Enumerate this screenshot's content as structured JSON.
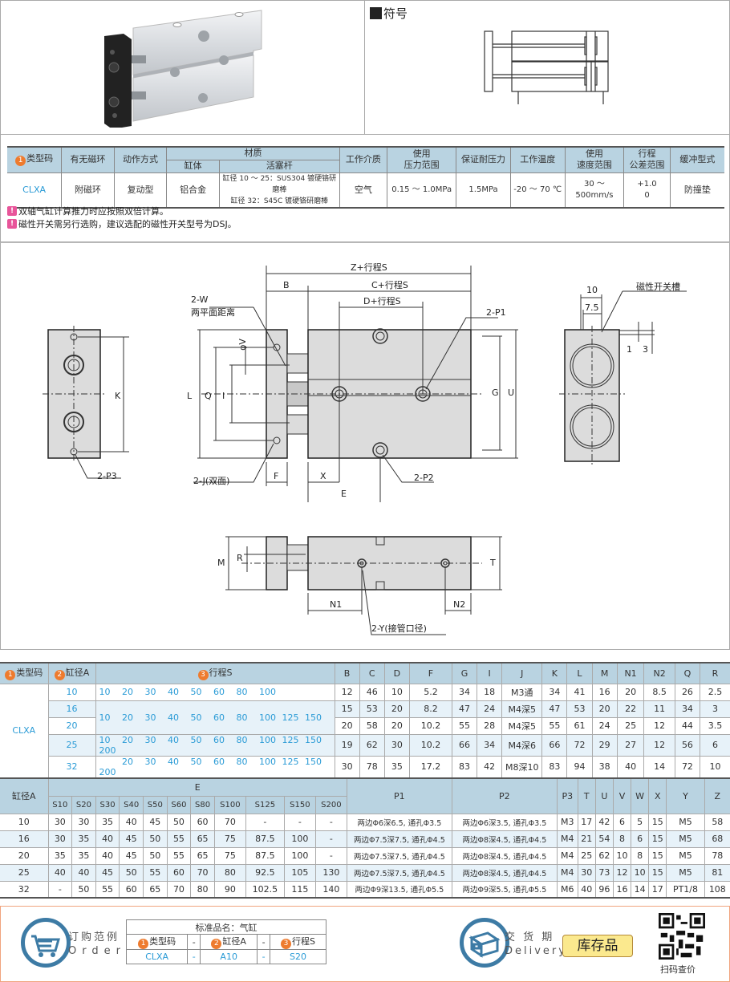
{
  "symbol_section": {
    "title": "符号"
  },
  "spec_table": {
    "headers": {
      "type_code": "类型码",
      "type_code_badge": "1",
      "magnet": "有无磁环",
      "action": "动作方式",
      "material": "材质",
      "material_body": "缸体",
      "material_rod": "活塞杆",
      "medium": "工作介质",
      "pressure_range": [
        "使用",
        "压力范围"
      ],
      "proof_pressure": "保证耐压力",
      "temperature": "工作温度",
      "speed_range": [
        "使用",
        "速度范围"
      ],
      "stroke_tolerance": [
        "行程",
        "公差范围"
      ],
      "cushion": "缓冲型式"
    },
    "row": {
      "type_code": "CLXA",
      "magnet": "附磁环",
      "action": "复动型",
      "body": "铝合金",
      "rod": [
        "缸径 10 ～ 25：SUS304 镀硬铬研磨棒",
        "缸径 32：S45C 镀硬铬研磨棒"
      ],
      "medium": "空气",
      "pressure_range": "0.15 ～ 1.0MPa",
      "proof_pressure": "1.5MPa",
      "temperature": "-20 ～ 70 ℃",
      "speed_range": "30 ～ 500mm/s",
      "stroke_tolerance": [
        "+1.0",
        "0"
      ],
      "cushion": "防撞垫"
    },
    "notes": [
      "双轴气缸计算推力时应按照双倍计算。",
      "磁性开关需另行选购，建议选配的磁性开关型号为DSJ。"
    ]
  },
  "drawing": {
    "labels": {
      "two_w": "2-W",
      "two_flat": "两平面距离",
      "phi_v": "φV",
      "L": "L",
      "Q": "Q",
      "I": "I",
      "K": "K",
      "two_p3": "2-P3",
      "two_j": "2-J(双面)",
      "F": "F",
      "B": "B",
      "z_stroke": "Z+行程S",
      "c_stroke": "C+行程S",
      "d_stroke": "D+行程S",
      "two_p1": "2-P1",
      "two_p2": "2-P2",
      "G": "G",
      "U": "U",
      "X": "X",
      "E": "E",
      "slot_10": "10",
      "slot_75": "7.5",
      "slot_label": "磁性开关槽",
      "slot_1": "1",
      "slot_3": "3",
      "M": "M",
      "R": "R",
      "T": "T",
      "N1": "N1",
      "N2": "N2",
      "two_y": "2-Y(接管口径)"
    }
  },
  "dim_table": {
    "headers": [
      "B",
      "C",
      "D",
      "F",
      "G",
      "I",
      "J",
      "K",
      "L",
      "M",
      "N1",
      "N2",
      "Q",
      "R"
    ],
    "col_type": "类型码",
    "col_bore": "缸径A",
    "col_stroke": "行程S",
    "type_code": "CLXA",
    "rows": [
      {
        "bore": "10",
        "strokes": [
          "10",
          "20",
          "30",
          "40",
          "50",
          "60",
          "80",
          "100"
        ],
        "values": [
          "12",
          "46",
          "10",
          "5.2",
          "34",
          "18",
          "M3通",
          "34",
          "41",
          "16",
          "20",
          "8.5",
          "26",
          "2.5"
        ]
      },
      {
        "bore": "16",
        "strokes": [
          "10",
          "20",
          "30",
          "40",
          "50",
          "60",
          "80",
          "100",
          "125",
          "150"
        ],
        "values": [
          "15",
          "53",
          "20",
          "8.2",
          "47",
          "24",
          "M4深5",
          "47",
          "53",
          "20",
          "22",
          "11",
          "34",
          "3"
        ]
      },
      {
        "bore": "20",
        "strokes": [
          "10",
          "20",
          "30",
          "40",
          "50",
          "60",
          "80",
          "100",
          "125",
          "150"
        ],
        "values": [
          "20",
          "58",
          "20",
          "10.2",
          "55",
          "28",
          "M4深5",
          "55",
          "61",
          "24",
          "25",
          "12",
          "44",
          "3.5"
        ]
      },
      {
        "bore": "25",
        "strokes": [
          "10",
          "20",
          "30",
          "40",
          "50",
          "60",
          "80",
          "100",
          "125",
          "150",
          "200"
        ],
        "values": [
          "19",
          "62",
          "30",
          "10.2",
          "66",
          "34",
          "M4深6",
          "66",
          "72",
          "29",
          "27",
          "12",
          "56",
          "6"
        ]
      },
      {
        "bore": "32",
        "strokes": [
          "",
          "20",
          "30",
          "40",
          "50",
          "60",
          "80",
          "100",
          "125",
          "150",
          "200"
        ],
        "values": [
          "30",
          "78",
          "35",
          "17.2",
          "83",
          "42",
          "M8深10",
          "83",
          "94",
          "38",
          "40",
          "14",
          "72",
          "10"
        ]
      }
    ]
  },
  "e_table": {
    "col_bore": "缸径A",
    "e_label": "E",
    "e_headers": [
      "S10",
      "S20",
      "S30",
      "S40",
      "S50",
      "S60",
      "S80",
      "S100",
      "S125",
      "S150",
      "S200"
    ],
    "other_headers": [
      "P1",
      "P2",
      "P3",
      "T",
      "U",
      "V",
      "W",
      "X",
      "Y",
      "Z"
    ],
    "rows": [
      {
        "bore": "10",
        "e": [
          "30",
          "30",
          "35",
          "40",
          "45",
          "50",
          "60",
          "70",
          "-",
          "-",
          "-"
        ],
        "p1": "两边Φ6深6.5, 通孔Φ3.5",
        "p2": "两边Φ6深3.5, 通孔Φ3.5",
        "p3": "M3",
        "T": "17",
        "U": "42",
        "V": "6",
        "W": "5",
        "X": "15",
        "Y": "M5",
        "Z": "58"
      },
      {
        "bore": "16",
        "e": [
          "30",
          "35",
          "40",
          "45",
          "50",
          "55",
          "65",
          "75",
          "87.5",
          "100",
          "-"
        ],
        "p1": "两边Φ7.5深7.5, 通孔Φ4.5",
        "p2": "两边Φ8深4.5, 通孔Φ4.5",
        "p3": "M4",
        "T": "21",
        "U": "54",
        "V": "8",
        "W": "6",
        "X": "15",
        "Y": "M5",
        "Z": "68"
      },
      {
        "bore": "20",
        "e": [
          "35",
          "35",
          "40",
          "45",
          "50",
          "55",
          "65",
          "75",
          "87.5",
          "100",
          "-"
        ],
        "p1": "两边Φ7.5深7.5, 通孔Φ4.5",
        "p2": "两边Φ8深4.5, 通孔Φ4.5",
        "p3": "M4",
        "T": "25",
        "U": "62",
        "V": "10",
        "W": "8",
        "X": "15",
        "Y": "M5",
        "Z": "78"
      },
      {
        "bore": "25",
        "e": [
          "40",
          "40",
          "45",
          "50",
          "55",
          "60",
          "70",
          "80",
          "92.5",
          "105",
          "130"
        ],
        "p1": "两边Φ7.5深7.5, 通孔Φ4.5",
        "p2": "两边Φ8深4.5, 通孔Φ4.5",
        "p3": "M4",
        "T": "30",
        "U": "73",
        "V": "12",
        "W": "10",
        "X": "15",
        "Y": "M5",
        "Z": "81"
      },
      {
        "bore": "32",
        "e": [
          "-",
          "50",
          "55",
          "60",
          "65",
          "70",
          "80",
          "90",
          "102.5",
          "115",
          "140"
        ],
        "p1": "两边Φ9深13.5, 通孔Φ5.5",
        "p2": "两边Φ9深5.5, 通孔Φ5.5",
        "p3": "M6",
        "T": "40",
        "U": "96",
        "V": "16",
        "W": "14",
        "X": "17",
        "Y": "PT1/8",
        "Z": "108"
      }
    ]
  },
  "order": {
    "label_cn": "订购范例",
    "label_en": "Order",
    "table_title": "标准品名：气缸",
    "cols": [
      "类型码",
      "缸径A",
      "行程S"
    ],
    "badges": [
      "1",
      "2",
      "3"
    ],
    "sep": "-",
    "values": [
      "CLXA",
      "A10",
      "S20"
    ]
  },
  "delivery": {
    "label_cn": "交 货 期",
    "label_en": "Delivery",
    "stock": "库存品",
    "qr_label": "扫码查价"
  },
  "colors": {
    "header_bg": "#b9d3e1",
    "alt_row_bg": "#e7f2f9",
    "accent_blue": "#2a9bd6",
    "badge_orange": "#ee7b2e",
    "note_pink": "#e8559a",
    "icon_blue": "#3d7ba5",
    "order_border": "#f0a47e",
    "stock_bg": "#fbe98e"
  }
}
